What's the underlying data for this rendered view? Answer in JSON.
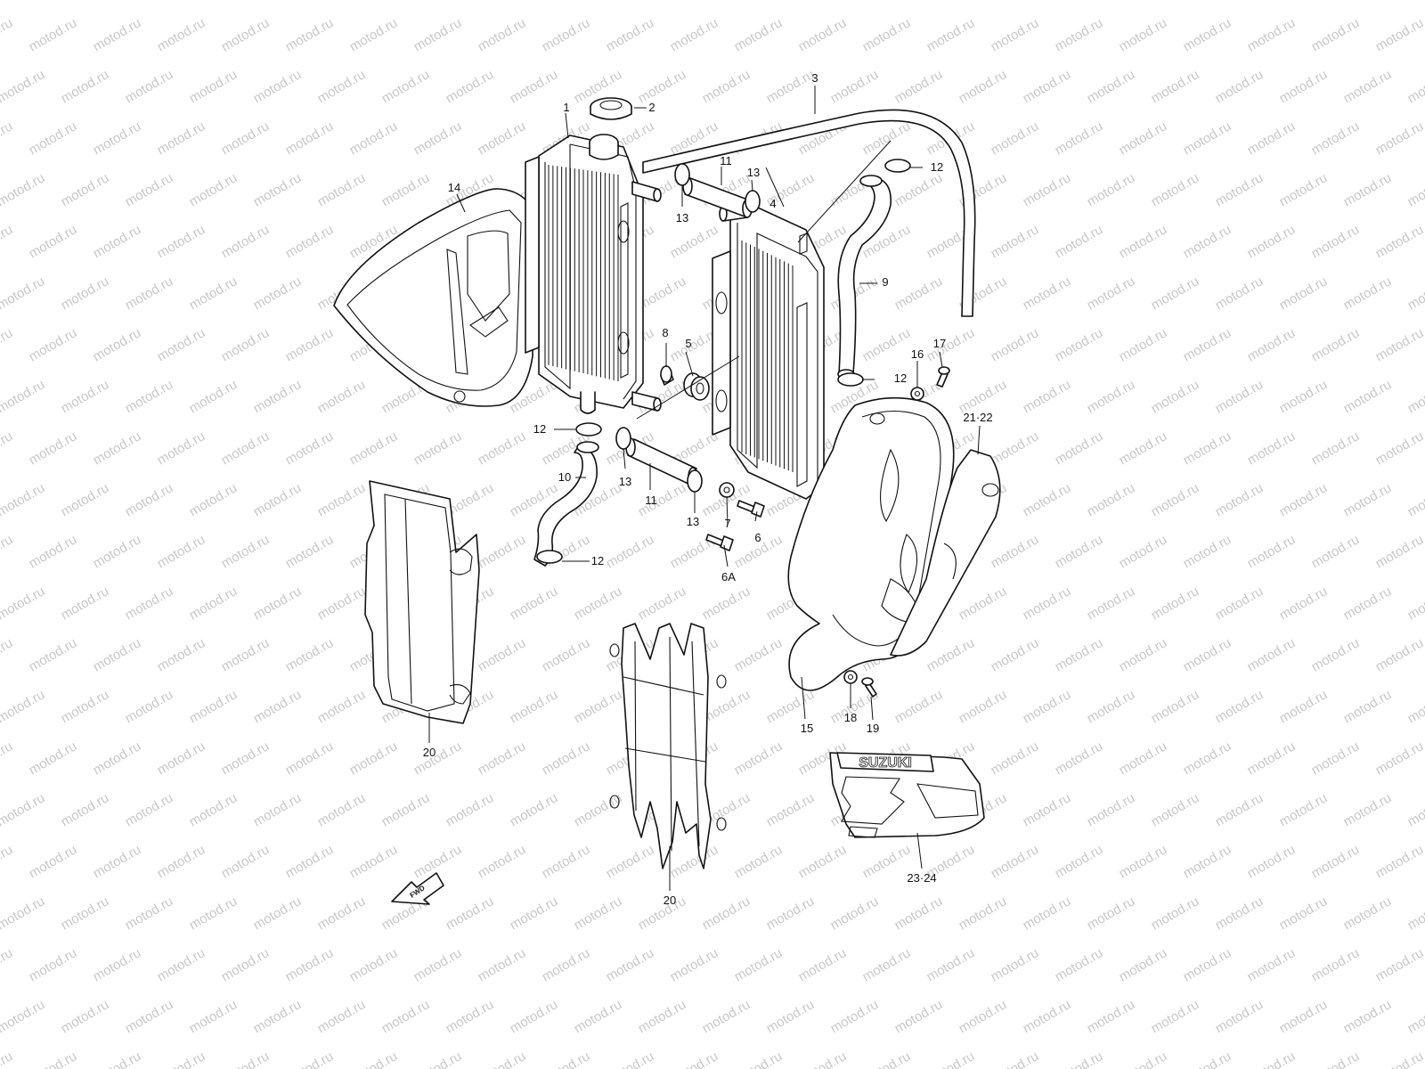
{
  "watermark": "motod.ru",
  "stickers": {
    "brand_text": "SUZUKI",
    "fwd_text": "FWD"
  },
  "callouts": {
    "c1": "1",
    "c2": "2",
    "c3": "3",
    "c4": "4",
    "c5": "5",
    "c6": "6",
    "c6a": "6A",
    "c7": "7",
    "c8": "8",
    "c9": "9",
    "c10": "10",
    "c11a": "11",
    "c11b": "11",
    "c12a": "12",
    "c12b": "12",
    "c12c": "12",
    "c12d": "12",
    "c13a": "13",
    "c13b": "13",
    "c13c": "13",
    "c13d": "13",
    "c14": "14",
    "c15": "15",
    "c16": "16",
    "c17": "17",
    "c18": "18",
    "c19": "19",
    "c20a": "20",
    "c20b": "20",
    "c2122": "21·22",
    "c2324": "23·24"
  }
}
